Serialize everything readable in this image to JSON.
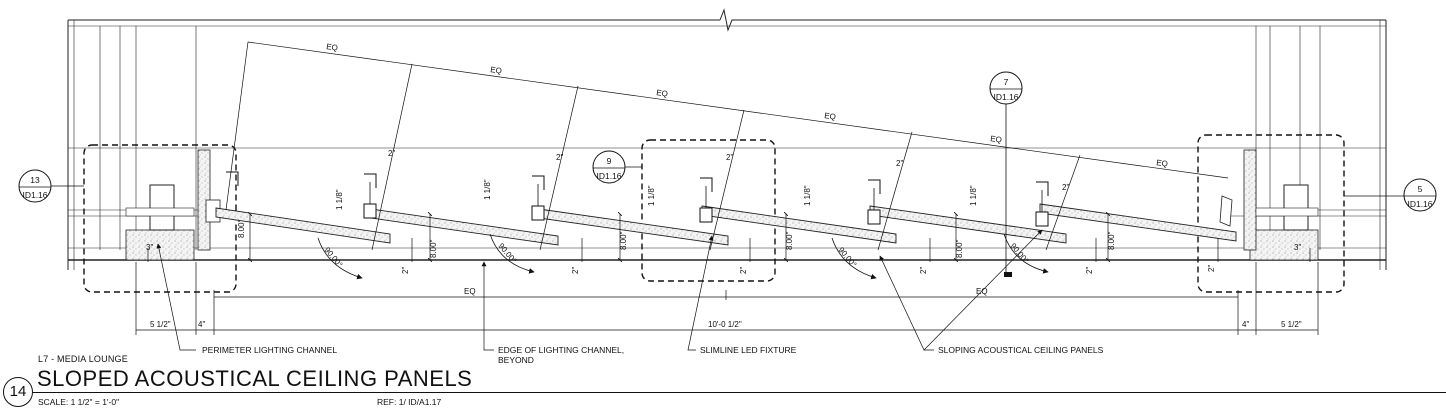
{
  "drawing": {
    "view_number": "14",
    "subtitle": "L7 - MEDIA LOUNGE",
    "title": "SLOPED ACOUSTICAL CEILING PANELS",
    "scale": "SCALE:  1 1/2\" = 1'-0\"",
    "reference": "REF: 1/ ID/A1.17"
  },
  "callouts": [
    {
      "text": "PERIMETER LIGHTING CHANNEL"
    },
    {
      "text": "EDGE OF LIGHTING CHANNEL,"
    },
    {
      "text": "BEYOND"
    },
    {
      "text": "SLIMLINE LED FIXTURE"
    },
    {
      "text": "SLOPING ACOUSTICAL CEILING PANELS"
    }
  ],
  "detail_bubbles": [
    {
      "num": "13",
      "sheet": "ID1.16"
    },
    {
      "num": "9",
      "sheet": "ID1.16"
    },
    {
      "num": "7",
      "sheet": "ID1.16"
    },
    {
      "num": "5",
      "sheet": "ID1.16"
    }
  ],
  "dimensions": {
    "eq": "EQ",
    "overall": "10'-0 1/2\"",
    "left_offset": "5 1/2\"",
    "right_offset": "5 1/2\"",
    "left_gap": "4\"",
    "right_gap": "4\"",
    "three_inch": "3\"",
    "two_inch": "2\"",
    "one_eighth": "1 1/8\"",
    "eight_inch": "8.00\"",
    "angle": "90.00°"
  }
}
